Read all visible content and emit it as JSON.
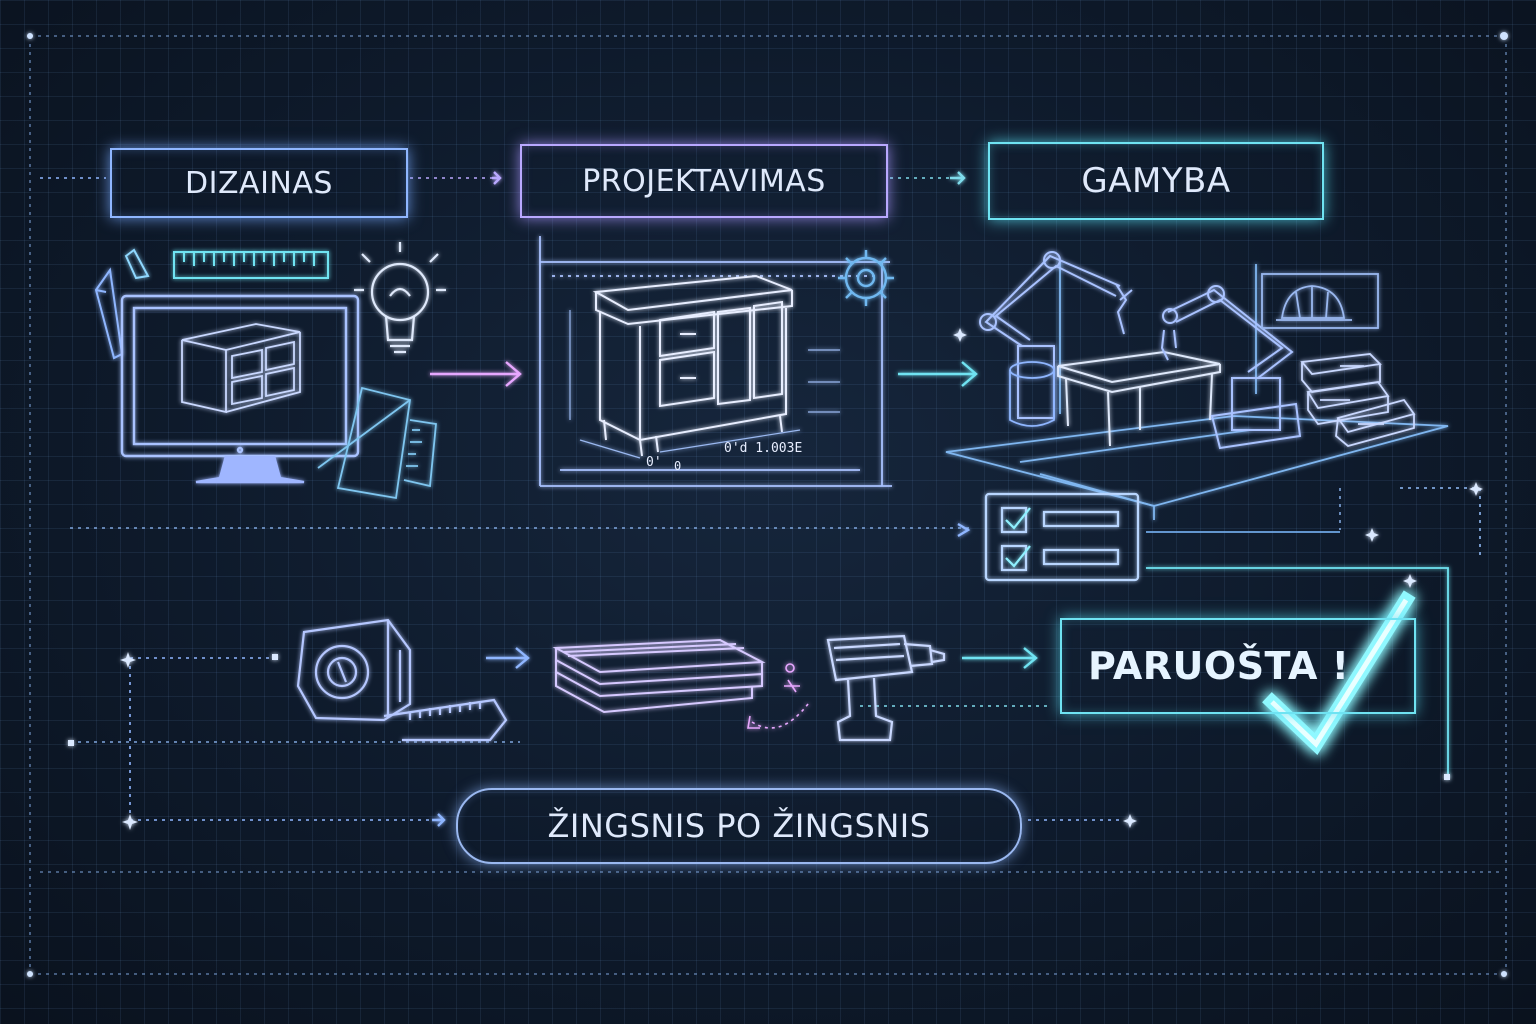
{
  "stages": {
    "design": "DIZAINAS",
    "engineering": "PROJEKTAVIMAS",
    "production": "GAMYBA",
    "ready": "PARUOŠTA !"
  },
  "footer": {
    "caption": "ŽINGSNIS PO ŽINGSNIS"
  },
  "drawing": {
    "dimension_label": "0'd 1.00ЗE",
    "dimension_small": "0'",
    "dimension_tag": "0"
  },
  "colors": {
    "background": "#0c1624",
    "blue": "#8fb6ff",
    "violet": "#b9a8ff",
    "cyan": "#6fe3f2",
    "pink": "#e7a7ff"
  },
  "icons": [
    "pencil-icon",
    "pen-nib-icon",
    "ruler-icon",
    "lightbulb-icon",
    "monitor-icon",
    "cabinet-icon",
    "gear-icon",
    "robot-arm-icon",
    "factory-table-icon",
    "hardhat-icon",
    "checklist-icon",
    "tape-measure-icon",
    "board-stack-icon",
    "drill-icon",
    "checkmark-icon",
    "arrow-icon"
  ]
}
